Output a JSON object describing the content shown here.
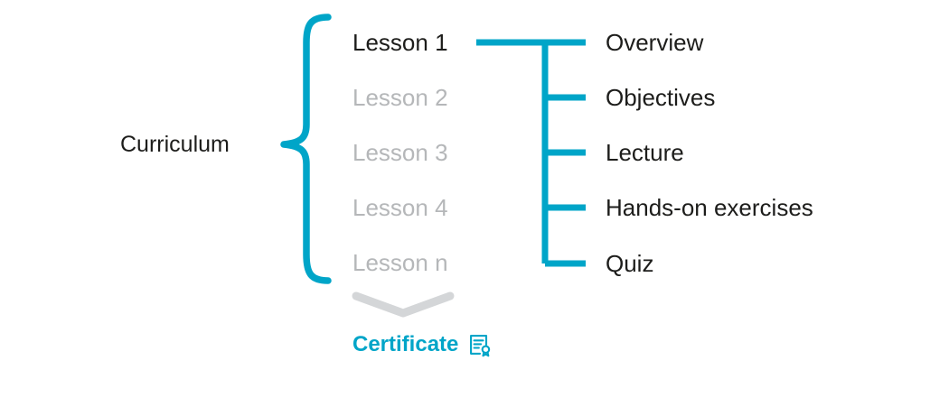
{
  "diagram": {
    "curriculum_label": "Curriculum",
    "lessons": [
      {
        "label": "Lesson 1",
        "state": "active"
      },
      {
        "label": "Lesson 2",
        "state": "inactive"
      },
      {
        "label": "Lesson 3",
        "state": "inactive"
      },
      {
        "label": "Lesson 4",
        "state": "inactive"
      },
      {
        "label": "Lesson n",
        "state": "inactive"
      }
    ],
    "components": [
      "Overview",
      "Objectives",
      "Lecture",
      "Hands-on exercises",
      "Quiz"
    ],
    "certificate_label": "Certificate",
    "icons": {
      "certificate": "certificate-icon",
      "chevron": "chevron-down-icon"
    },
    "colors": {
      "accent": "#00A5C8",
      "active_text": "#1d1d1b",
      "inactive_text": "#b5b7b9",
      "chevron_gray": "#d4d6d8"
    }
  }
}
